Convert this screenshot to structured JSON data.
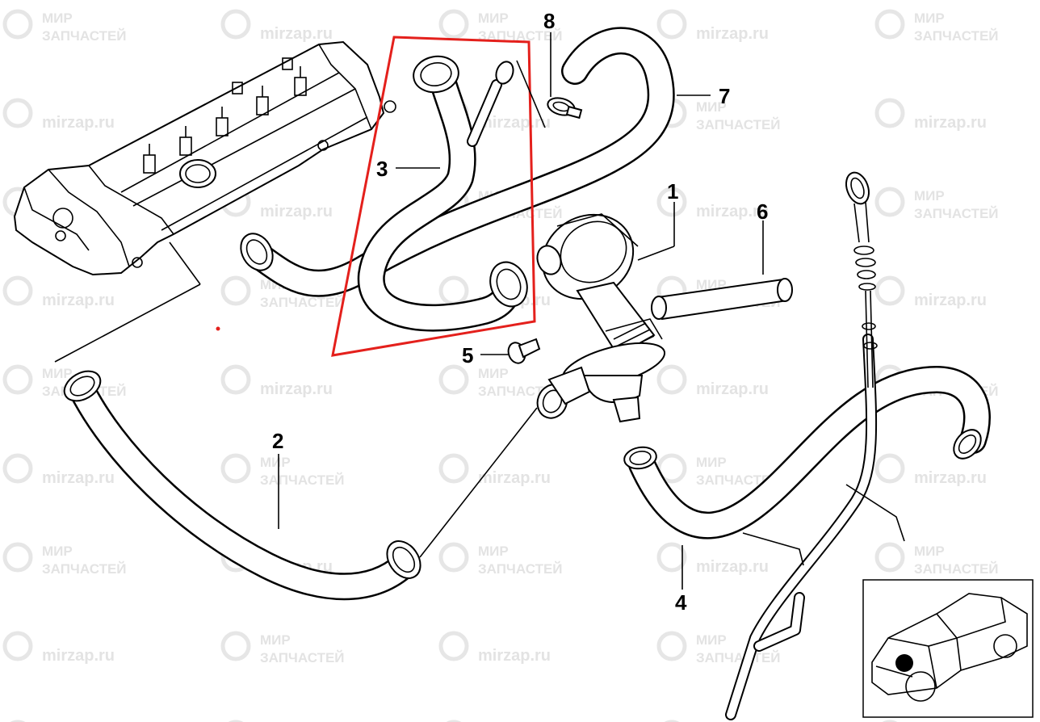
{
  "watermark": {
    "domain": "mirzap.ru",
    "logo_line1": "МИР",
    "logo_line2": "ЗАПЧАСТЕЙ"
  },
  "callouts": [
    {
      "id": "1",
      "label": "1"
    },
    {
      "id": "2",
      "label": "2"
    },
    {
      "id": "3",
      "label": "3"
    },
    {
      "id": "4",
      "label": "4"
    },
    {
      "id": "5",
      "label": "5"
    },
    {
      "id": "6",
      "label": "6"
    },
    {
      "id": "7",
      "label": "7"
    },
    {
      "id": "8",
      "label": "8"
    }
  ],
  "colors": {
    "highlight": "#e4201c",
    "line": "#000000",
    "watermark": "#e3e3e3",
    "marker": "#000000"
  },
  "icons": [
    "car-thumbnail-icon",
    "location-marker-dot-icon",
    "watermark-pin-icon"
  ]
}
